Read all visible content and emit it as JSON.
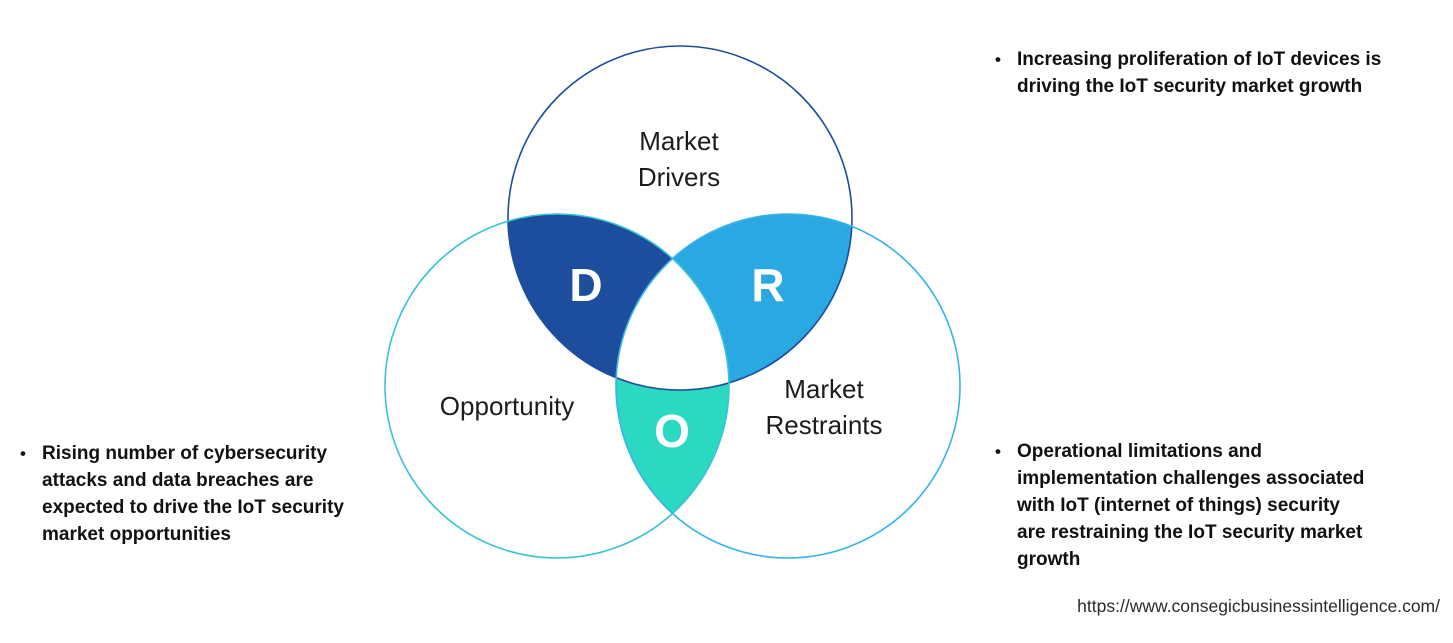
{
  "venn": {
    "drivers": {
      "label": "Market\nDrivers",
      "letter": "D",
      "fill": "#1c4e9d",
      "outline": "#1c4e9d"
    },
    "restraints": {
      "label": "Market\nRestraints",
      "letter": "R",
      "fill": "#29a8e2",
      "outline": "#36b4e8"
    },
    "opportunity": {
      "label": "Opportunity",
      "letter": "O",
      "fill": "#2bd8c2",
      "outline": "#38c3d6"
    },
    "center_fill": "#ffffff"
  },
  "bullets": {
    "marker": "•",
    "top_right": "Increasing proliferation of IoT devices is driving the IoT security market growth",
    "bottom_left": "Rising number of cybersecurity attacks and data breaches are expected to drive the IoT security market opportunities",
    "bottom_right": "Operational limitations and implementation challenges associated with IoT (internet of things) security are restraining the IoT security market growth"
  },
  "footer": {
    "url": "https://www.consegicbusinessintelligence.com/"
  }
}
